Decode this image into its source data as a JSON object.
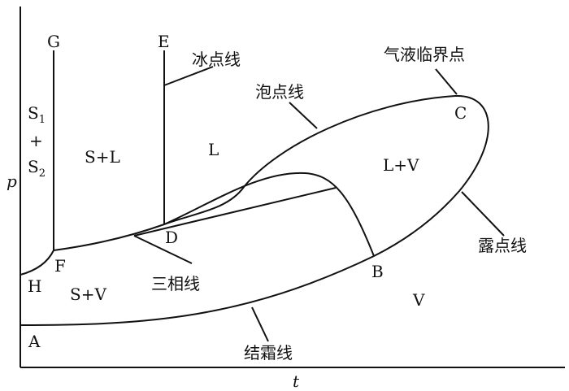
{
  "axes": {
    "y": "p",
    "x": "t"
  },
  "points": {
    "A": "A",
    "B": "B",
    "C": "C",
    "D": "D",
    "E": "E",
    "F": "F",
    "G": "G",
    "H": "H"
  },
  "regions": {
    "s1_s": "S",
    "s1_sub": "1",
    "plus": "+",
    "s2_s": "S",
    "s2_sub": "2",
    "s_l": "S+L",
    "l": "L",
    "l_v": "L+V",
    "s_v": "S+V",
    "v": "V"
  },
  "curve_labels": {
    "freezing": "冰点线",
    "bubble": "泡点线",
    "critical": "气液临界点",
    "dew": "露点线",
    "triple": "三相线",
    "frost": "结霜线"
  }
}
